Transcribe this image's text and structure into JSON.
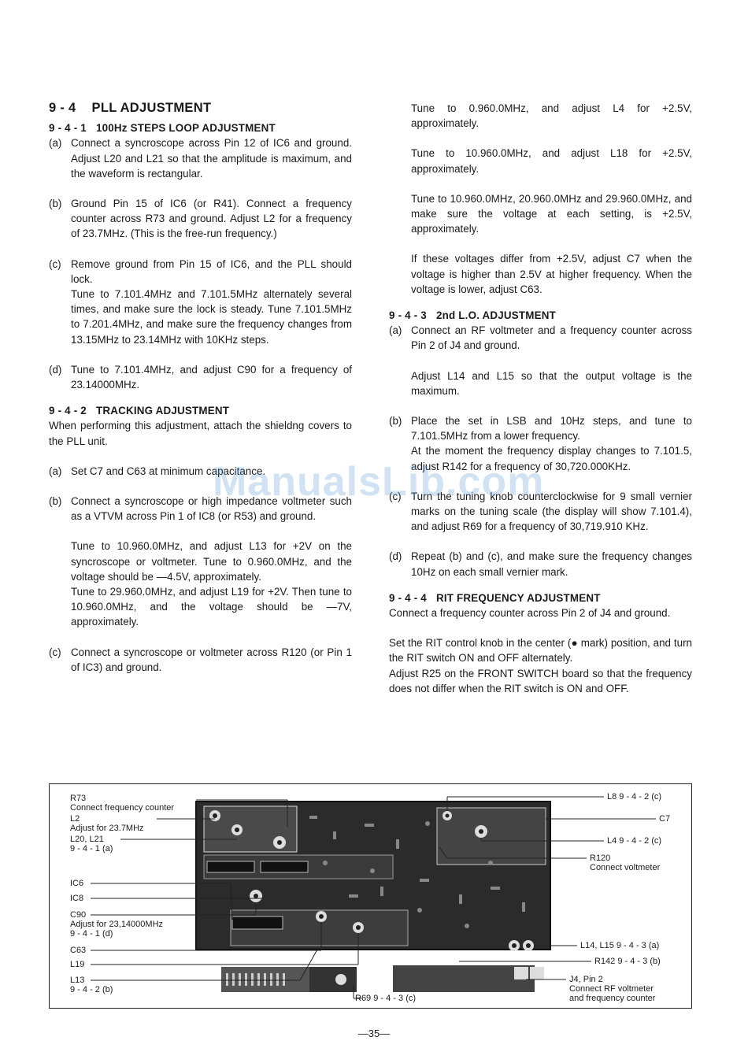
{
  "section": {
    "number": "9 - 4",
    "title": "PLL ADJUSTMENT"
  },
  "s941": {
    "number": "9 - 4 - 1",
    "title": "100Hz STEPS LOOP ADJUSTMENT",
    "a": {
      "label": "(a)",
      "text": "Connect a syncroscope across Pin 12 of IC6 and ground. Adjust L20 and L21 so that the amplitude is maximum, and the waveform is rectangular."
    },
    "b": {
      "label": "(b)",
      "text": "Ground Pin 15 of IC6 (or R41). Connect a frequency counter across R73 and ground. Adjust L2 for a frequency of 23.7MHz. (This is the free-run frequency.)"
    },
    "c": {
      "label": "(c)",
      "text1": "Remove ground from Pin 15 of IC6, and the PLL should lock.",
      "text2": "Tune to 7.101.4MHz and 7.101.5MHz alternately several times, and make sure the lock is steady. Tune 7.101.5MHz to 7.201.4MHz, and make sure the frequency changes from 13.15MHz to 23.14MHz with 10KHz steps."
    },
    "d": {
      "label": "(d)",
      "text": "Tune to 7.101.4MHz, and adjust C90 for a frequency of 23.14000MHz."
    }
  },
  "s942": {
    "number": "9 - 4 - 2",
    "title": "TRACKING ADJUSTMENT",
    "intro": "When performing this adjustment, attach the shieldng covers to the PLL unit.",
    "a": {
      "label": "(a)",
      "text": "Set C7 and C63 at minimum capacitance."
    },
    "b": {
      "label": "(b)",
      "text1": "Connect a syncroscope or high impedance voltmeter such as a VTVM across Pin 1 of IC8 (or R53) and ground.",
      "text2": "Tune to 10.960.0MHz, and adjust L13 for +2V on the syncroscope or voltmeter. Tune to 0.960.0MHz, and the voltage should be —4.5V, approximately.",
      "text3": "Tune to 29.960.0MHz, and adjust L19 for +2V. Then tune to 10.960.0MHz, and the voltage should be —7V, approximately."
    },
    "c": {
      "label": "(c)",
      "text": "Connect a syncroscope or voltmeter across R120 (or Pin 1 of IC3) and ground."
    }
  },
  "right": {
    "p1": "Tune to 0.960.0MHz, and adjust L4 for +2.5V, approximately.",
    "p2": "Tune to 10.960.0MHz, and adjust L18 for +2.5V, approximately.",
    "p3": "Tune to 10.960.0MHz, 20.960.0MHz and 29.960.0MHz, and make sure the voltage at each setting, is +2.5V, approximately.",
    "p4": "If these voltages differ from +2.5V, adjust C7 when the voltage is higher than 2.5V at higher frequency. When the voltage is lower, adjust C63."
  },
  "s943": {
    "number": "9 - 4 - 3",
    "title": "2nd L.O. ADJUSTMENT",
    "a": {
      "label": "(a)",
      "text1": "Connect an RF voltmeter and a frequency counter across Pin 2 of J4 and ground.",
      "text2": "Adjust L14 and L15 so that the output voltage is the maximum."
    },
    "b": {
      "label": "(b)",
      "text1": "Place the set in LSB and 10Hz steps, and tune to 7.101.5MHz from a lower frequency.",
      "text2": "At the moment the frequency display changes to 7.101.5, adjust R142 for a frequency of 30,720.000KHz."
    },
    "c": {
      "label": "(c)",
      "text": "Turn the tuning knob counterclockwise for 9 small vernier marks on the tuning scale (the display will show 7.101.4), and adjust R69 for a frequency of 30,719.910 KHz."
    },
    "d": {
      "label": "(d)",
      "text": "Repeat (b) and (c), and make sure the frequency changes 10Hz on each small vernier mark."
    }
  },
  "s944": {
    "number": "9 - 4 - 4",
    "title": "RIT FREQUENCY ADJUSTMENT",
    "p1": "Connect a frequency counter across Pin 2 of J4 and ground.",
    "p2": "Set the RIT control knob in the center (● mark) position, and turn the RIT switch ON and OFF alternately.",
    "p3": "Adjust R25 on the FRONT SWITCH board so that the frequency does not differ when the RIT switch is ON and OFF."
  },
  "figure": {
    "left_labels": [
      {
        "id": "r73",
        "lines": [
          "R73",
          "Connect frequency counter"
        ]
      },
      {
        "id": "l2",
        "lines": [
          "L2",
          "Adjust for 23.7MHz"
        ]
      },
      {
        "id": "l20",
        "lines": [
          "L20, L21",
          "9 - 4 - 1 (a)"
        ]
      },
      {
        "id": "ic6",
        "lines": [
          "IC6"
        ]
      },
      {
        "id": "ic8",
        "lines": [
          "IC8"
        ]
      },
      {
        "id": "c90",
        "lines": [
          "C90",
          "Adjust for 23,14000MHz",
          "9 - 4 - 1 (d)"
        ]
      },
      {
        "id": "c63",
        "lines": [
          "C63"
        ]
      },
      {
        "id": "l19",
        "lines": [
          "L19"
        ]
      },
      {
        "id": "l13",
        "lines": [
          "L13",
          "9 - 4 - 2 (b)"
        ]
      }
    ],
    "right_labels": [
      {
        "id": "l8",
        "lines": [
          "L8 9 - 4 - 2 (c)"
        ]
      },
      {
        "id": "c7",
        "lines": [
          "C7"
        ]
      },
      {
        "id": "l4",
        "lines": [
          "L4 9 - 4 - 2 (c)"
        ]
      },
      {
        "id": "r120",
        "lines": [
          "R120",
          "Connect voltmeter"
        ]
      },
      {
        "id": "l14",
        "lines": [
          "L14, L15 9 - 4 - 3 (a)"
        ]
      },
      {
        "id": "r142",
        "lines": [
          "R142 9 - 4 - 3 (b)"
        ]
      },
      {
        "id": "j4",
        "lines": [
          "J4, Pin 2",
          "Connect RF voltmeter",
          "and frequency counter"
        ]
      }
    ],
    "bottom_label": "R69 9 - 4 - 3 (c)"
  },
  "page_number": "—35—",
  "watermark": "ManualsLib.com",
  "colors": {
    "ink": "#1a1a1a",
    "board": "#2b2b2b",
    "watermark": "#5a96d2"
  }
}
